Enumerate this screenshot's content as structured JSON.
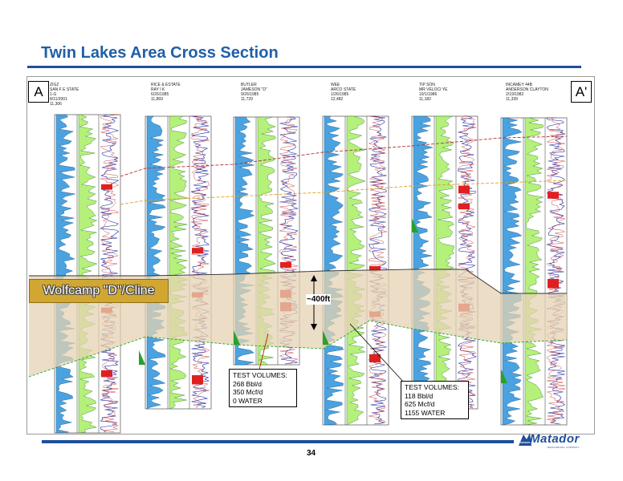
{
  "slide": {
    "title": "Twin Lakes Area Cross Section",
    "page_number": "34"
  },
  "section": {
    "start_label": "A",
    "end_label": "A'",
    "formation_label": "Wolfcamp \"D\"/Cline",
    "thickness_label": "~400ft"
  },
  "wells": [
    {
      "name": "ZIGZ",
      "operator": "SAN F E STATE",
      "detail": "1-G",
      "date": "8/11/2001",
      "depth": "11,306"
    },
    {
      "name": "RICE & ESTATE",
      "operator": "RAY I K",
      "detail": "",
      "date": "6/26/1985",
      "depth": "11,869"
    },
    {
      "name": "BUTLER",
      "operator": "JAMESON \"D\"",
      "detail": "",
      "date": "9/26/1985",
      "depth": "11,729"
    },
    {
      "name": "WEE",
      "operator": "ARCO STATE",
      "detail": "",
      "date": "1/26/1985",
      "depth": "12,482"
    },
    {
      "name": "TIP SON",
      "operator": "MR VELOCI YE",
      "detail": "",
      "date": "10/1/1986",
      "depth": "11,182"
    },
    {
      "name": "INCAMEY 44B",
      "operator": "ANDERSON CLAYTON",
      "detail": "",
      "date": "2/19/1982",
      "depth": "11,339"
    }
  ],
  "test_results": [
    {
      "heading": "TEST VOLUMES:",
      "oil": "268 Bbl/d",
      "gas": "350 Mcf/d",
      "water": "0 WATER"
    },
    {
      "heading": "TEST VOLUMES:",
      "oil": "118 Bbl/d",
      "gas": "625 Mcf/d",
      "water": "1155 WATER"
    }
  ],
  "logo": {
    "name": "Matador",
    "tagline": "RESOURCES COMPANY"
  },
  "colors": {
    "title": "#1f5fa8",
    "rule": "#1f4e9c",
    "formation_fill": "#e6d3b3",
    "formation_label_bg": "#d1a732",
    "log_blue": "#4aa3e0",
    "log_green": "#b5f07a",
    "correlation_red": "#b03030",
    "correlation_orange": "#e0a020",
    "correlation_green": "#2aa02a",
    "logo": "#1f4e9c"
  }
}
